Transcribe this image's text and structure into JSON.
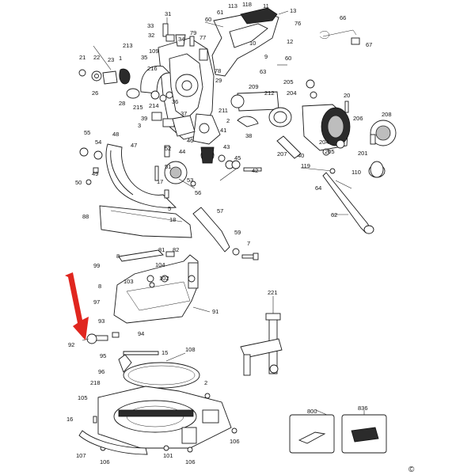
{
  "diagram": {
    "labels": [
      "31",
      "33",
      "32",
      "34",
      "79",
      "77",
      "61",
      "113",
      "118",
      "11",
      "13",
      "60",
      "76",
      "66",
      "67",
      "213",
      "21",
      "22",
      "23",
      "1",
      "35",
      "109",
      "10",
      "12",
      "9",
      "60",
      "63",
      "78",
      "216",
      "29",
      "26",
      "28",
      "215",
      "214",
      "36",
      "205",
      "209",
      "212",
      "204",
      "20",
      "39",
      "3",
      "37",
      "211",
      "2",
      "41",
      "46",
      "38",
      "208",
      "206",
      "55",
      "48",
      "54",
      "47",
      "52",
      "44",
      "43",
      "45",
      "207",
      "40",
      "204",
      "205",
      "201",
      "49",
      "50",
      "51",
      "17",
      "57",
      "42",
      "53",
      "56",
      "119",
      "110",
      "64",
      "5",
      "18",
      "88",
      "62",
      "59",
      "7",
      "81",
      "82",
      "8",
      "104",
      "99",
      "8",
      "102",
      "103",
      "97",
      "91",
      "221",
      "93",
      "94",
      "92",
      "95",
      "15",
      "108",
      "96",
      "218",
      "2",
      "105",
      "16",
      "800",
      "836",
      "106",
      "101",
      "106",
      "107",
      "106",
      "©"
    ]
  },
  "arrow": {
    "color": "#e0261f"
  }
}
